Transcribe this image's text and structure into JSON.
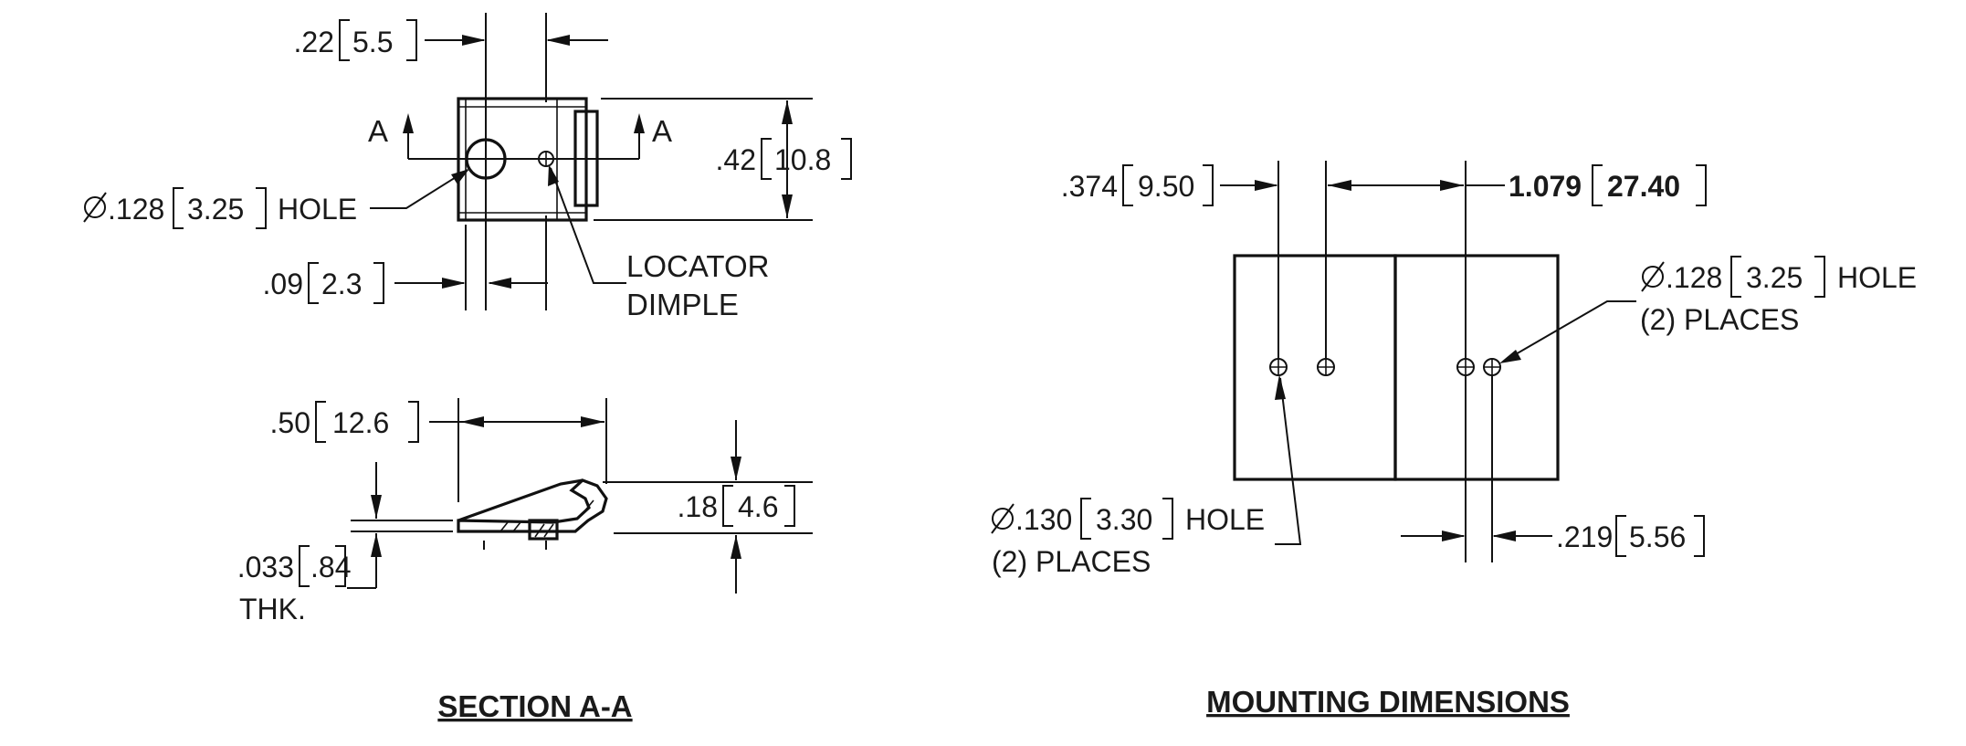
{
  "section": {
    "title": "SECTION A-A",
    "top_view": {
      "dim_width_in": ".22",
      "dim_width_mm": "5.5",
      "dim_height_in": ".42",
      "dim_height_mm": "10.8",
      "section_mark_left": "A",
      "section_mark_right": "A",
      "hole_in": ".128",
      "hole_mm": "3.25",
      "hole_label": "HOLE",
      "offset_in": ".09",
      "offset_mm": "2.3",
      "locator_line1": "LOCATOR",
      "locator_line2": "DIMPLE"
    },
    "side_view": {
      "dim_length_in": ".50",
      "dim_length_mm": "12.6",
      "dim_height_in": ".18",
      "dim_height_mm": "4.6",
      "thickness_in": ".033",
      "thickness_mm": ".84",
      "thickness_label": "THK."
    }
  },
  "mounting": {
    "title": "MOUNTING DIMENSIONS",
    "dim_left_in": ".374",
    "dim_left_mm": "9.50",
    "dim_span_in": "1.079",
    "dim_span_mm": "27.40",
    "hole_right_in": ".128",
    "hole_right_mm": "3.25",
    "hole_right_label": "HOLE",
    "hole_right_places": "(2) PLACES",
    "hole_left_in": ".130",
    "hole_left_mm": "3.30",
    "hole_left_label": "HOLE",
    "hole_left_places": "(2) PLACES",
    "dim_right_in": ".219",
    "dim_right_mm": "5.56",
    "colors": {
      "left_pad": "#e4e6c6",
      "right_pad": "#dcdde2",
      "line": "#111111"
    }
  }
}
